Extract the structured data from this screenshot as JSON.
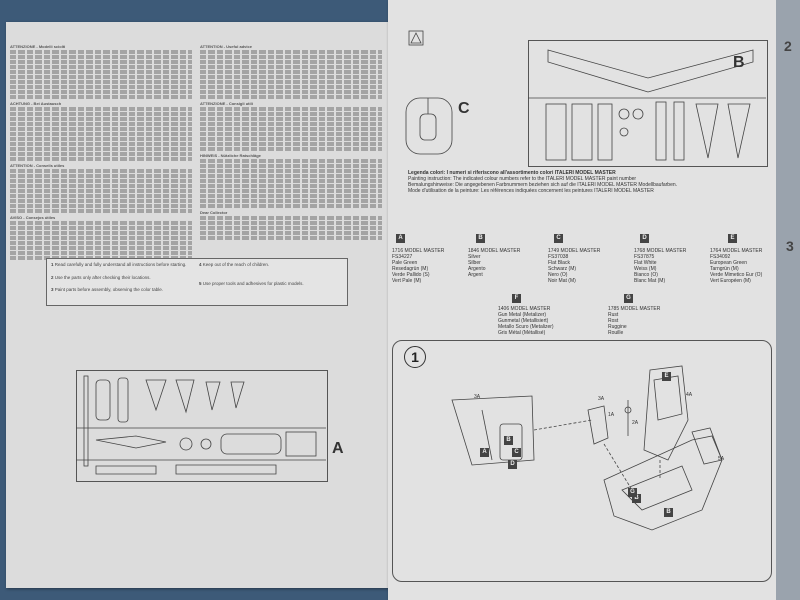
{
  "left_page": {
    "col1_heads": [
      "ATTENZIONE - Modelli sciolti",
      "ACHTUNG - Bei Austausch",
      "ATTENTION - Conseils utiles",
      "AVISO - Consejos útiles"
    ],
    "col2_heads": [
      "ATTENTION - Useful advice",
      "ATTENZIONE - Consigli utili",
      "HINWEIS - Nützliche Ratschläge",
      "Dear Collector"
    ],
    "notes": [
      {
        "num": "1",
        "text": "Read carefully and fully understand all instructions before starting."
      },
      {
        "num": "2",
        "text": "Use the parts only after checking their locations."
      },
      {
        "num": "3",
        "text": "Paint parts before assembly, observing the color table."
      },
      {
        "num": "4",
        "text": "Keep out of the reach of children."
      },
      {
        "num": "5",
        "text": "Use proper tools and adhesives for plastic models."
      }
    ],
    "sprue_label": "A"
  },
  "right_page": {
    "sprue_b_label": "B",
    "sprue_c_label": "C",
    "legend_lines": [
      "Legenda colori: I numeri si riferiscono all'assortimento colori ITALERI MODEL MASTER",
      "Painting instruction: The indicated colour numbers refer to the ITALERI MODEL MASTER paint number",
      "Bemalungshinweise: Die angegebenen Farbnummern beziehen sich auf die ITALERI MODEL MASTER Modellbaufarben.",
      "Mode d'utilisation de la peinture: Les références indiquées concernent les peintures ITALERI MODEL MASTER"
    ],
    "paints": [
      {
        "letter": "A",
        "code": "1716 MODEL MASTER",
        "lines": [
          "FS34227",
          "Pale Green",
          "Resedagrün (M)",
          "Verde Pallido (S)",
          "Vert Pale (M)"
        ]
      },
      {
        "letter": "B",
        "code": "1846 MODEL MASTER",
        "lines": [
          "Silver",
          "Silber",
          "Argento",
          "Argent"
        ]
      },
      {
        "letter": "C",
        "code": "1749 MODEL MASTER",
        "lines": [
          "FS37038",
          "Flat Black",
          "Schwarz (M)",
          "Nero (O)",
          "Noir Mat (M)"
        ]
      },
      {
        "letter": "D",
        "code": "1768 MODEL MASTER",
        "lines": [
          "FS37875",
          "Flat White",
          "Weiss (M)",
          "Bianco (O)",
          "Blanc Mat (M)"
        ]
      },
      {
        "letter": "E",
        "code": "1764 MODEL MASTER",
        "lines": [
          "FS34092",
          "European Green",
          "Tarngrün (M)",
          "Verde Mimetico Eur (O)",
          "Vert Européen (M)"
        ]
      },
      {
        "letter": "F",
        "code": "1406 MODEL MASTER",
        "lines": [
          "Gun Metal (Metalizer)",
          "Gunmetal (Metallisiert)",
          "Metallo Scuro (Metalizer)",
          "Gris Métal (Métallisé)"
        ]
      },
      {
        "letter": "G",
        "code": "1785 MODEL MASTER",
        "lines": [
          "Rust",
          "Rost",
          "Ruggine",
          "Rouille"
        ]
      }
    ],
    "step": {
      "number": "1",
      "callouts": [
        "3A",
        "4A",
        "1A",
        "2A",
        "3A",
        "5A"
      ],
      "color_refs": [
        "A",
        "B",
        "C",
        "D",
        "E",
        "B",
        "B",
        "G"
      ]
    },
    "edge_page_numbers": [
      "2",
      "3"
    ]
  }
}
